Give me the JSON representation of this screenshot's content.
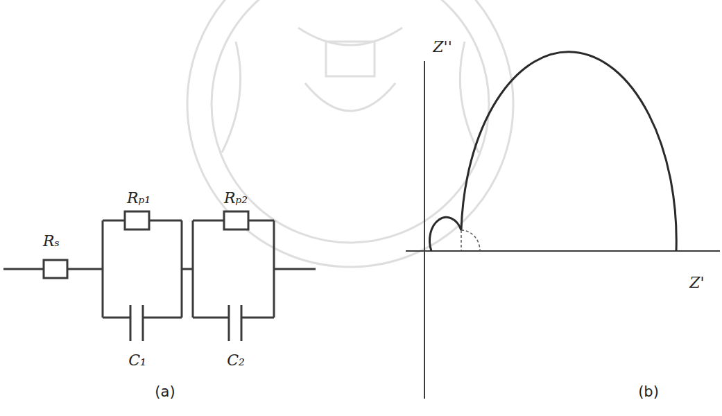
{
  "diagram": {
    "labels": [
      "Rₚ₁",
      "Rₚ₂",
      "Z''",
      "Rₛ",
      "C₁",
      "C₂",
      "(a)",
      "(b)",
      "Z'"
    ]
  }
}
